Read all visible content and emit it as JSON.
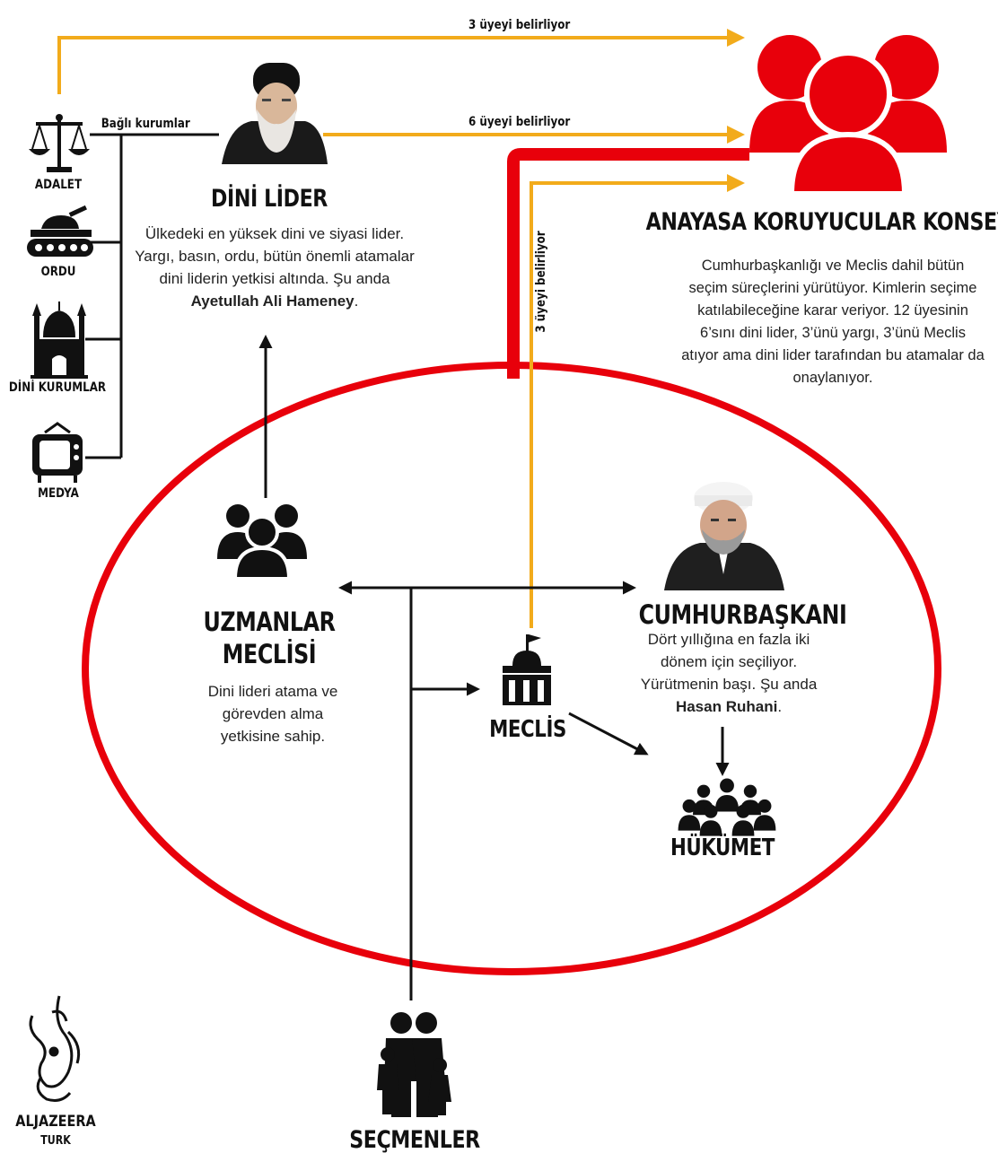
{
  "colors": {
    "accent_red": "#e8000b",
    "arrow_yellow": "#f2ab1b",
    "black": "#111111"
  },
  "arrows": {
    "top": "3 üyeyi belirliyor",
    "middle": "6 üyeyi belirliyor",
    "vertical": "3 üyeyi belirliyor",
    "connected": "Bağlı kurumlar"
  },
  "institutions": [
    {
      "label": "ADALET",
      "icon": "scales-icon"
    },
    {
      "label": "ORDU",
      "icon": "tank-icon"
    },
    {
      "label": "DİNİ KURUMLAR",
      "icon": "mosque-icon"
    },
    {
      "label": "MEDYA",
      "icon": "tv-icon"
    }
  ],
  "leader": {
    "title": "DİNİ LİDER",
    "desc_1": "Ülkedeki en yüksek dini ve siyasi lider. Yargı, basın, ordu, bütün önemli atamalar dini liderin yetkisi altında. Şu anda ",
    "desc_bold": "Ayetullah Ali Hameney",
    "desc_2": "."
  },
  "council": {
    "title": "ANAYASA KORUYUCULAR KONSEYİ",
    "desc": "Cumhurbaşkanlığı ve Meclis dahil bütün seçim süreçlerini yürütüyor. Kimlerin seçime katılabileceğine karar veriyor. 12 üyesinin 6’sını dini lider, 3’ünü yargı, 3’ünü Meclis atıyor ama dini lider tarafından bu atamalar da onaylanıyor."
  },
  "experts": {
    "title_1": "UZMANLAR",
    "title_2": "MECLİSİ",
    "desc": "Dini lideri atama ve görevden alma yetkisine sahip."
  },
  "president": {
    "title": "CUMHURBAŞKANI",
    "desc_1": "Dört yıllığına en fazla iki dönem için seçiliyor. Yürütmenin başı. Şu anda ",
    "desc_bold": "Hasan Ruhani",
    "desc_2": "."
  },
  "parliament": {
    "title": "MECLİS"
  },
  "government": {
    "title": "HÜKÜMET"
  },
  "voters": {
    "title": "SEÇMENLER"
  },
  "logo": {
    "line1": "ALJAZEERA",
    "line2": "TURK"
  }
}
